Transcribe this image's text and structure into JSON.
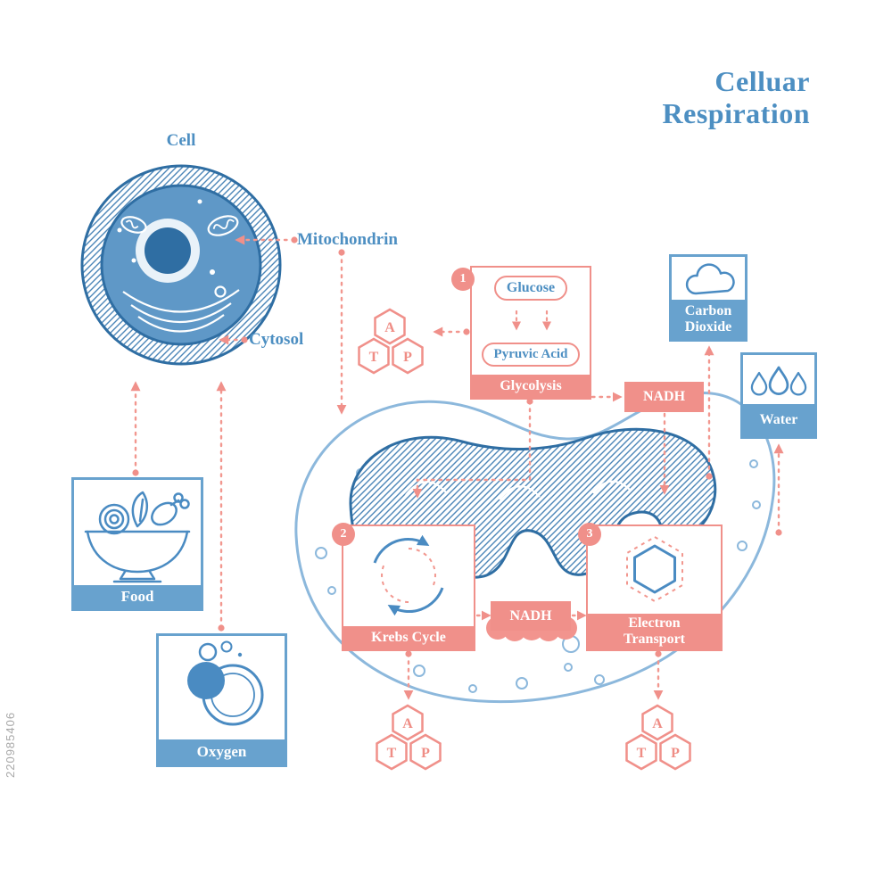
{
  "title": {
    "line1": "Celluar",
    "line2": "Respiration"
  },
  "cell": {
    "label": "Cell",
    "mitochondrin": "Mitochondrin",
    "cytosol": "Cytosol"
  },
  "glycolysis": {
    "step": "1",
    "glucose": "Glucose",
    "pyruvic_acid": "Pyruvic Acid",
    "label": "Glycolysis"
  },
  "krebs": {
    "step": "2",
    "label": "Krebs Cycle"
  },
  "electron_transport": {
    "step": "3",
    "label": "Electron Transport"
  },
  "nadh1": "NADH",
  "nadh2": "NADH",
  "panels": {
    "food": "Food",
    "oxygen": "Oxygen",
    "carbon_dioxide": "Carbon Dioxide",
    "water": "Water"
  },
  "atp": {
    "a": "A",
    "t": "T",
    "p": "P"
  },
  "watermark": "220985406",
  "colors": {
    "blue": "#4d8fc2",
    "salmon": "#f0908a",
    "cell_fill": "#5f98c7"
  }
}
